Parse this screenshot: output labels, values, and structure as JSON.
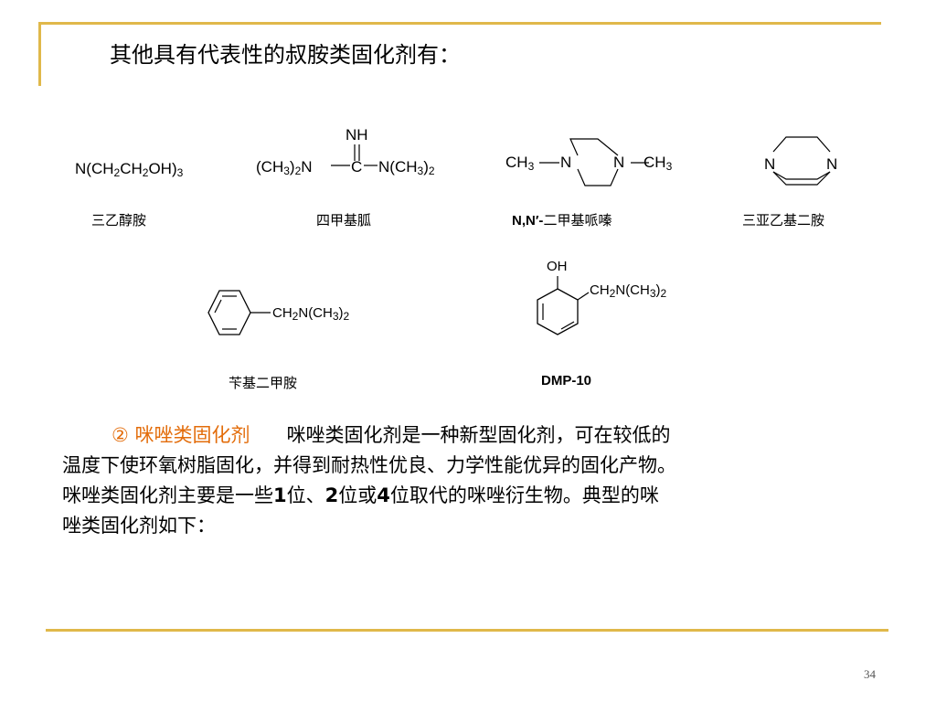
{
  "title": "其他具有代表性的叔胺类固化剂有：",
  "compounds": {
    "tea": {
      "formula": [
        "N(CH",
        "2",
        "CH",
        "2",
        "OH)",
        "3"
      ],
      "name": "三乙醇胺"
    },
    "tmg": {
      "top": "NH",
      "left": [
        "(CH",
        "3",
        ")",
        "2",
        "N"
      ],
      "center": "C",
      "right": [
        "N(CH",
        "3",
        ")",
        "2"
      ],
      "name": "四甲基胍"
    },
    "dmp": {
      "left": [
        "CH",
        "3"
      ],
      "n1": "N",
      "n2": "N",
      "right": [
        "CH",
        "3"
      ],
      "name_bold": "N,N′-",
      "name_rest": "二甲基哌嗪"
    },
    "teda": {
      "n1": "N",
      "n2": "N",
      "name": "三亚乙基二胺"
    },
    "bdma": {
      "sub": [
        "CH",
        "2",
        "N(CH",
        "3",
        ")",
        "2"
      ],
      "name": "苄基二甲胺"
    },
    "dmp10": {
      "oh": "OH",
      "sub": [
        "CH",
        "2",
        "N(CH",
        "3",
        ")",
        "2"
      ],
      "name": "DMP-10"
    }
  },
  "paragraph": {
    "lead": "② 咪唑类固化剂",
    "l1": "咪唑类固化剂是一种新型固化剂，可在较低的",
    "l2": "温度下使环氧树脂固化，并得到耐热性优良、力学性能优异的固化产物。",
    "l3a": "咪唑类固化剂主要是一些",
    "n1": "1",
    "l3b": "位、",
    "n2": "2",
    "l3c": "位或",
    "n3": "4",
    "l3d": "位取代的咪唑衍生物。典型的咪",
    "l4": "唑类固化剂如下："
  },
  "page_number": "34",
  "colors": {
    "rule": "#e0b84a",
    "accent": "#e36c0a"
  }
}
